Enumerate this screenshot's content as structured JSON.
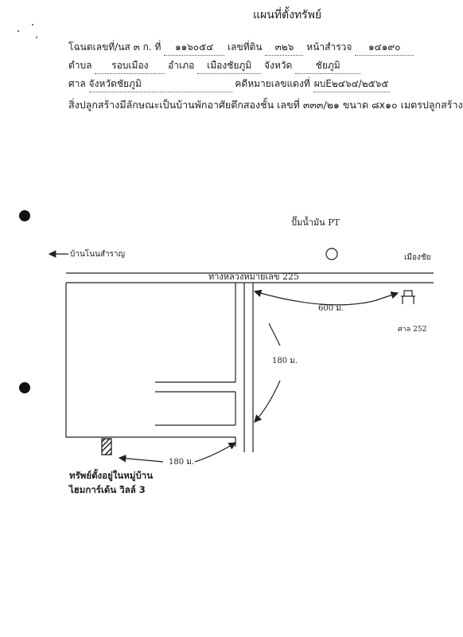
{
  "header": {
    "title": "แผนที่ตั้งทรัพย์"
  },
  "deed": {
    "deed_label": "โฉนดเลขที่/นส ๓ ก. ที่",
    "deed_value": "๑๑๖๐๕๔",
    "land_label": "เลขที่ดิน",
    "land_value": "๓๒๖",
    "survey_label": "หน้าสำรวจ",
    "survey_value": "๑๔๑๙๐"
  },
  "location": {
    "subdistrict_label": "ตำบล",
    "subdistrict_value": "รอบเมือง",
    "district_label": "อำเภอ",
    "district_value": "เมืองชัยภูมิ",
    "province_label": "จังหวัด",
    "province_value": "ชัยภูมิ"
  },
  "court": {
    "court_label": "ศาล",
    "court_value": "จังหวัดชัยภูมิ",
    "case_label": "คดีหมายเลขแดงที่",
    "case_value": "ผบE๒๔๖๔/๒๕๖๕"
  },
  "building_desc": "สิ่งปลูกสร้างมีลักษณะเป็นบ้านพักอาศัยตึกสองชั้น เลขที่ ๓๓๓/๒๑ ขนาด ๘x๑๐ เมตรปลูกสร้าง",
  "map": {
    "gas_station": "ปั๊มน้ำมัน PT",
    "left_dir": "บ้านโนนสำราญ",
    "right_dir": "เมืองชัย",
    "road": "ทางหลวงหมายเลข 225",
    "dist_600": "600 ม.",
    "dist_180_a": "180 ม.",
    "dist_180_b": "180 ม.",
    "landmark": "ศาล 252"
  },
  "caption": {
    "line1": "ทรัพย์ตั้งอยู่ในหมู่บ้าน",
    "line2": "ไฮมการ์เด้น วิลล์ 3"
  }
}
